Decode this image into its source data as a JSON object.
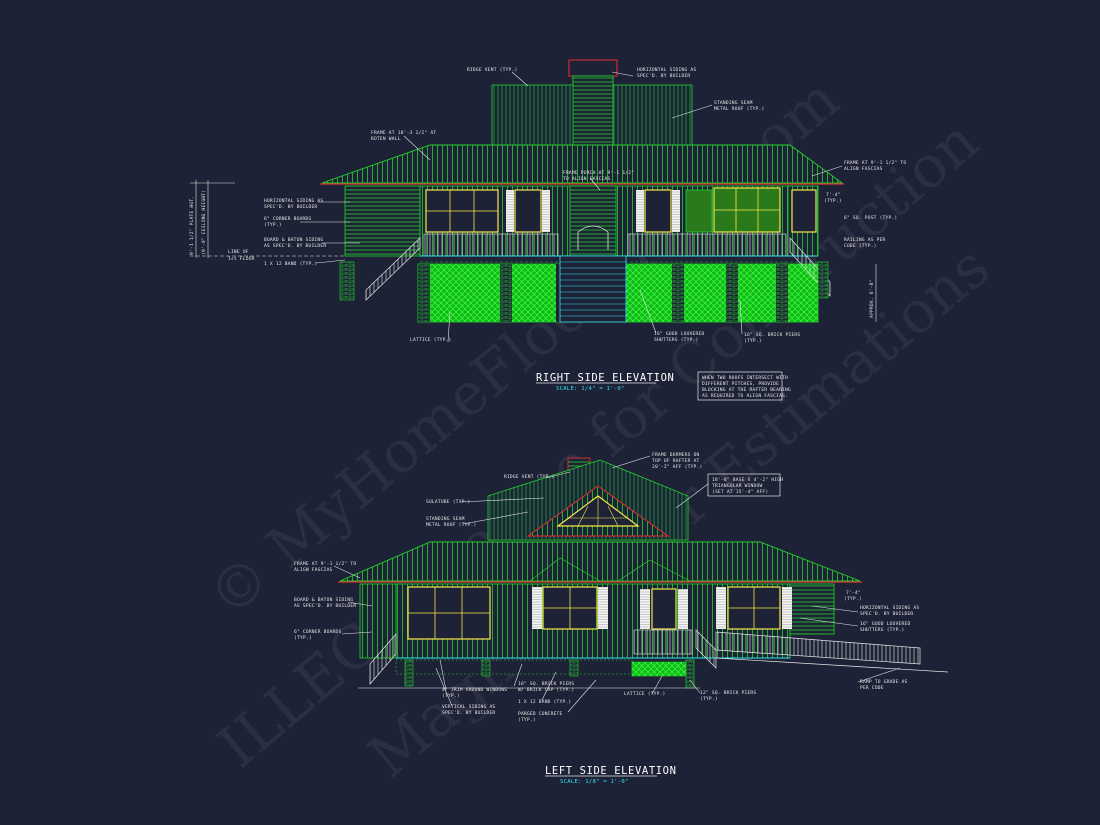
{
  "watermark": {
    "line1": "© MyHomeFloorPlans.com",
    "line2": "ILLEGAL to use for Construction",
    "line3": "Magnitude for Estimations"
  },
  "right_elevation": {
    "title": "RIGHT SIDE ELEVATION",
    "scale": "SCALE: 1/4\" = 1'-0\"",
    "note_box": [
      "WHEN TWO ROOFS INTERSECT WITH",
      "DIFFERENT PITCHES, PROVIDE",
      "BLOCKING AT THE RAFTER BEARING",
      "AS REQUIRED TO ALIGN FASCIAS."
    ],
    "labels": {
      "ridge_vent": "RIDGE VENT (TYP.)",
      "horiz_siding_top_1": "HORIZONTAL SIDING AS",
      "horiz_siding_top_2": "SPEC'D. BY BUILDER",
      "standing_seam_1": "STANDING SEAM",
      "standing_seam_2": "METAL ROOF (TYP.)",
      "frame_rotten_1": "FRAME AT 10'-3 1/2\" AT",
      "frame_rotten_2": "ROTEN WALL",
      "frame_porch_1": "FRAME PORCH AT 9'-1 1/2\"",
      "frame_porch_2": "TO ALIGN FASCIAS",
      "frame_right_1": "FRAME AT 9'-1 1/2\" TO",
      "frame_right_2": "ALIGN FASCIAS",
      "horiz_left_1": "HORIZONTAL SIDING AS",
      "horiz_left_2": "SPEC'D. BY BUILDER",
      "corner_1": "6\" CORNER BOARDS",
      "corner_2": "(TYP.)",
      "board_1": "BOARD & BATON SIDING",
      "board_2": "AS SPEC'D. BY BUILDER",
      "band": "1 X 12 BAND (TYP.)",
      "line_floor_1": "LINE OF",
      "line_floor_2": "1st FLOOR",
      "plate_ht": "9'-1 1/2\" PLATE HGT.",
      "ceiling_ht": "(9'-0\" CEILING HEIGHT)",
      "dim_7_4": "7'-4\"",
      "dim_typ": "(TYP.)",
      "sq_post": "6\" SQ. POST (TYP.)",
      "railing_1": "RAILING AS PER",
      "railing_2": "CODE (TYP.)",
      "approx": "APPROX. 6'-8\"",
      "lattice": "LATTICE (TYP.)",
      "shutters_1": "16\" GOOD LOUVERED",
      "shutters_2": "SHUTTERS (TYP.)",
      "piers_1": "16\" SQ. BRICK PIERS",
      "piers_2": "(TYP.)"
    }
  },
  "left_elevation": {
    "title": "LEFT SIDE ELEVATION",
    "scale": "SCALE: 1/8\" = 1'-0\"",
    "note_box": [
      "18'-8\" BASE X 4'-2\" HIGH",
      "TRIANGULAR WINDOW",
      "(SET AT 15'-4\" AFF)"
    ],
    "labels": {
      "frame_dormers_1": "FRAME DORMERS ON",
      "frame_dormers_2": "TOP OF RAFTER AT",
      "frame_dormers_3": "20'-2\" AFF (TYP.)",
      "ridge_vent": "RIDGE VENT (TYP.)",
      "solatube": "SOLATUBE (TYP.)",
      "standing_seam_1": "STANDING SEAM",
      "standing_seam_2": "METAL ROOF (TYP.)",
      "frame_left_1": "FRAME AT 9'-1 1/2\" TO",
      "frame_left_2": "ALIGN FASCIAS",
      "board_1": "BOARD & BATON SIDING",
      "board_2": "AS SPEC'D. BY BUILDER",
      "corner_1": "6\" CORNER BOARDS",
      "corner_2": "(TYP.)",
      "dim_7_4": "7'-4\"",
      "dim_typ": "(TYP.)",
      "horiz_1": "HORIZONTAL SIDING AS",
      "horiz_2": "SPEC'D. BY BUILDER",
      "shutters_1": "16\" GOOD LOUVERED",
      "shutters_2": "SHUTTERS (TYP.)",
      "ramp_1": "RAMP TO GRADE AS",
      "ramp_2": "PER CODE",
      "trim_1": "4\" TRIM AROUND WINDOWS",
      "trim_2": "(TYP.)",
      "piers_cap_1": "16\" SQ. BRICK PIERS",
      "piers_cap_2": "W/ BRICK CAP (TYP.)",
      "band": "1 X 12 BAND (TYP.)",
      "vertical_1": "VERTICAL SIDING AS",
      "vertical_2": "SPEC'D. BY BUILDER",
      "parged_1": "PARGED CONCRETE",
      "parged_2": "(TYP.)",
      "lattice": "LATTICE (TYP.)",
      "piers_12_1": "12\" SQ. BRICK PIERS",
      "piers_12_2": "(TYP.)"
    }
  },
  "colors": {
    "background": "#1e2236",
    "linework_green": "#22d22c",
    "lattice_green": "#1ee81e",
    "window_yellow": "#f2e84a",
    "cyan": "#2ee6f0",
    "trim_red": "#e03030",
    "text_white": "#e6e6e6"
  }
}
